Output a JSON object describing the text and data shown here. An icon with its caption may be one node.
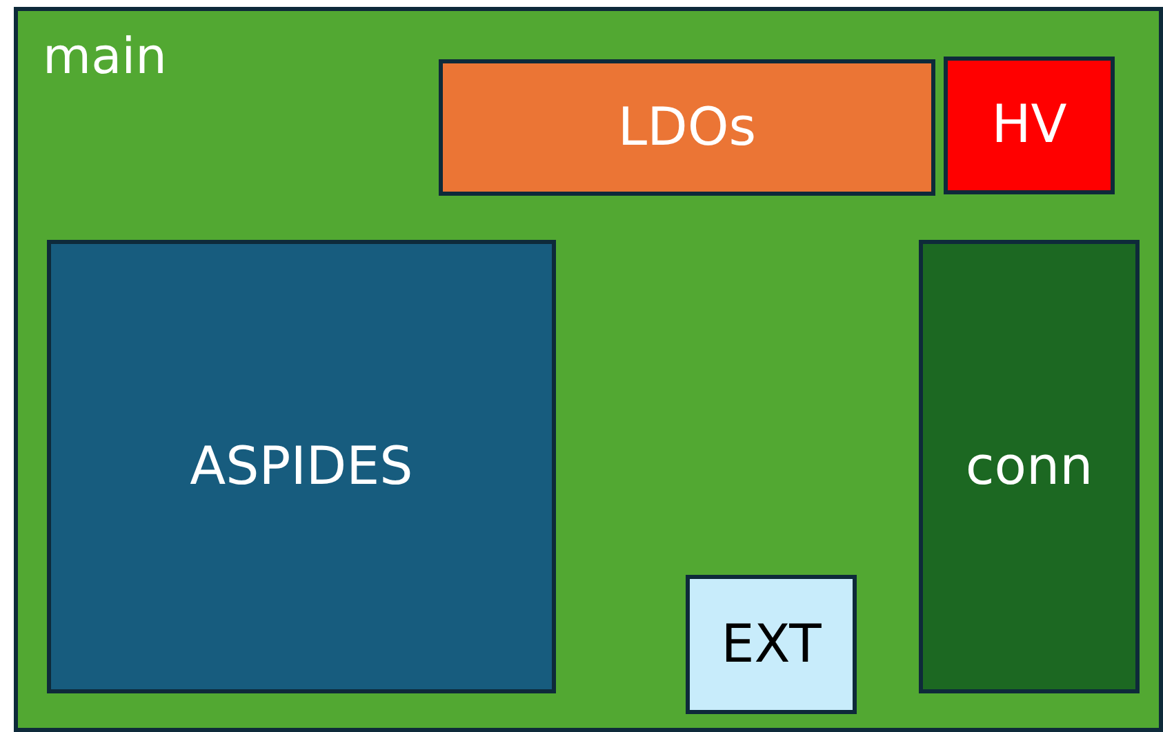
{
  "diagram": {
    "nodes": [
      {
        "text": [
          "main"
        ]
      },
      {
        "text": [
          "LDOs"
        ],
        "in": 0
      },
      {
        "text": [
          "HV"
        ],
        "in": 0
      },
      {
        "text": [
          "ASPIDES"
        ],
        "in": 0
      },
      {
        "text": [
          "EXT"
        ],
        "in": 0
      },
      {
        "text": [
          "conn"
        ],
        "in": 0
      }
    ]
  }
}
